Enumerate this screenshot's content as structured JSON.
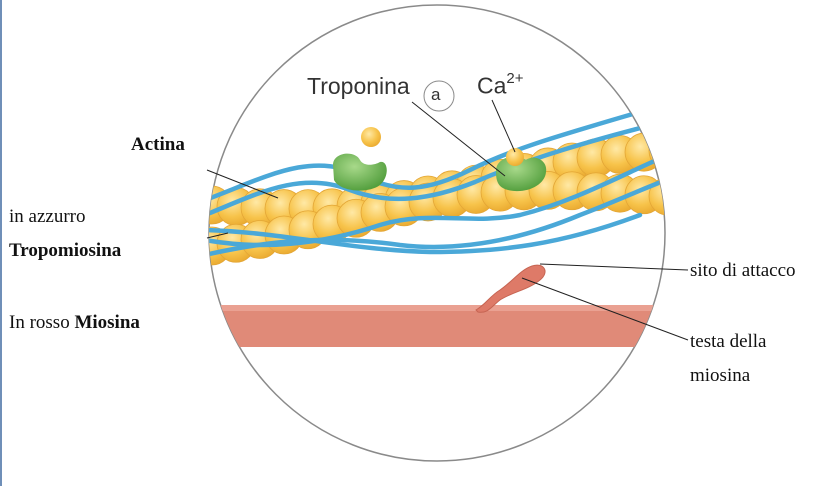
{
  "labels": {
    "actina": "Actina",
    "in_azzurro": "in azzurro",
    "tropomiosina": "Tropomiosina",
    "in_rosso": "In rosso",
    "miosina": "Miosina",
    "troponina": "Troponina",
    "troponina_badge": "a",
    "calcium": "Ca",
    "calcium_charge": "2+",
    "sito_di_attacco": "sito di attacco",
    "testa_della": "testa della",
    "miosina_head": "miosina"
  },
  "colors": {
    "actin": "#f5c44a",
    "actin_stroke": "#e0a630",
    "tropomyosin": "#4aa8d8",
    "troponin": "#69b84d",
    "calcium": "#f5b942",
    "myosin": "#e2796a",
    "border": "#8a8a8a",
    "left_rule": "#6f8fb8"
  },
  "icons": {
    "calcium": "calcium-ion-icon",
    "troponin": "troponin-complex-icon"
  }
}
